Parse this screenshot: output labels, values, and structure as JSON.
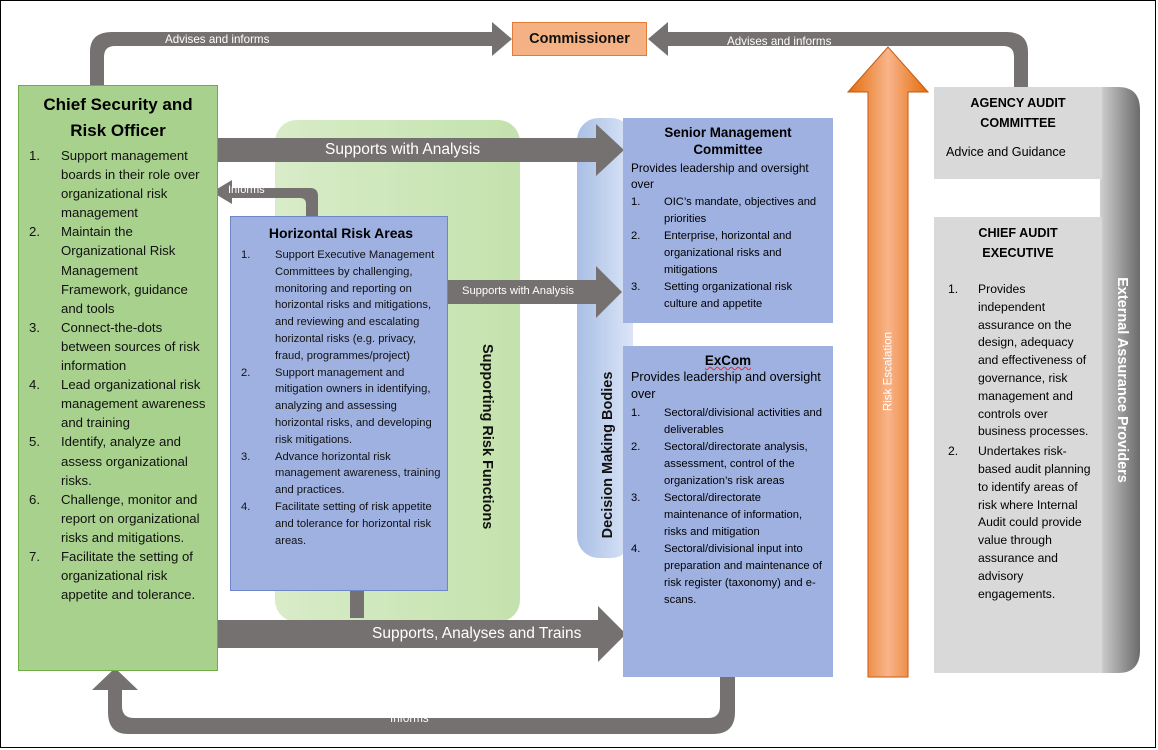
{
  "commissioner": "Commissioner",
  "arrows": {
    "advises_left": "Advises and informs",
    "advises_right": "Advises and informs",
    "informs_up": "Informs",
    "supports_analysis_top": "Supports with Analysis",
    "supports_analysis_mid": "Supports with Analysis",
    "supports_trains": "Supports, Analyses and Trains",
    "informs_bottom": "Informs",
    "risk_escalation": "Risk Escalation"
  },
  "side_labels": {
    "supporting": "Supporting Risk Functions",
    "decision": "Decision Making Bodies",
    "external": "External Assurance Providers"
  },
  "csro": {
    "title_line1": "Chief Security and",
    "title_line2": "Risk Officer",
    "items": [
      "Support management boards in their role over organizational risk management",
      "Maintain the Organizational Risk Management Framework, guidance and tools",
      "Connect-the-dots between sources of risk information",
      "Lead organizational risk management awareness and training",
      "Identify, analyze and assess organizational risks.",
      "Challenge, monitor and report on organizational risks and mitigations.",
      "Facilitate the setting of organizational risk appetite and tolerance."
    ]
  },
  "hra": {
    "title": "Horizontal Risk Areas",
    "items": [
      "Support Executive Management Committees by challenging, monitoring and reporting on horizontal risks and mitigations, and reviewing and escalating horizontal risks (e.g. privacy, fraud, programmes/project)",
      "Support management and mitigation owners in identifying, analyzing and assessing horizontal risks, and developing risk mitigations.",
      "Advance horizontal risk management awareness, training and practices.",
      "Facilitate setting of risk appetite and tolerance for horizontal risk areas."
    ]
  },
  "smc": {
    "title": "Senior Management Committee",
    "intro": "Provides leadership and oversight over",
    "items": [
      "OIC’s mandate, objectives and priorities",
      "Enterprise, horizontal and organizational risks and mitigations",
      "Setting organizational risk culture and appetite"
    ]
  },
  "excom": {
    "title": "ExCom",
    "intro": "Provides leadership and oversight over",
    "items": [
      "Sectoral/divisional activities and deliverables",
      "Sectoral/directorate analysis, assessment, control of the organization’s risk areas",
      "Sectoral/directorate maintenance of information, risks and mitigation",
      "Sectoral/divisional input into preparation and maintenance of risk register (taxonomy) and e-scans."
    ]
  },
  "aac": {
    "title": "AGENCY AUDIT COMMITTEE",
    "sub": "Advice and Guidance"
  },
  "cae": {
    "title": "CHIEF AUDIT EXECUTIVE",
    "items": [
      "Provides independent assurance on the design, adequacy and effectiveness of governance, risk management and controls over business processes.",
      "Undertakes risk-based audit planning to identify areas of risk where Internal Audit could provide value through assurance and advisory engagements."
    ]
  },
  "colors": {
    "grey_arrow": "#767171",
    "green_box": "#a9d18e",
    "blue_box": "#9fb1e1",
    "orange_arrow": "#e46c0a"
  }
}
